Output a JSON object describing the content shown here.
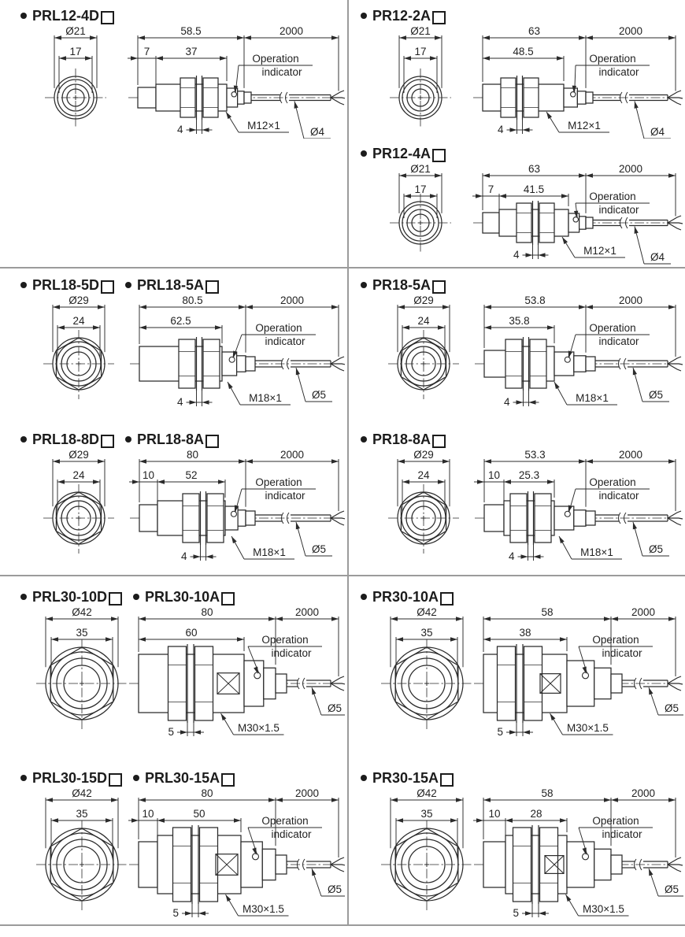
{
  "page": {
    "background": "#ffffff",
    "line_color": "#2b2b2b",
    "divider_color": "#9b9b9b"
  },
  "common": {
    "operation_indicator": [
      "Operation",
      "indicator"
    ]
  },
  "panels": [
    {
      "id": "prl12-4d",
      "models": [
        "PRL12-4D"
      ],
      "front": {
        "outer": "Ø21",
        "inner": "17"
      },
      "side": {
        "total": "58.5",
        "cable": "2000",
        "nose": "7",
        "body": "37",
        "clamp": "4",
        "thread": "M12×1",
        "cable_dia": "Ø4"
      }
    },
    {
      "id": "pr12-2a",
      "models": [
        "PR12-2A"
      ],
      "front": {
        "outer": "Ø21",
        "inner": "17"
      },
      "side": {
        "total": "63",
        "cable": "2000",
        "body": "48.5",
        "clamp": "4",
        "thread": "M12×1",
        "cable_dia": "Ø4"
      }
    },
    {
      "id": "pr12-4a",
      "models": [
        "PR12-4A"
      ],
      "front": {
        "outer": "Ø21",
        "inner": "17"
      },
      "side": {
        "total": "63",
        "cable": "2000",
        "nose": "7",
        "body": "41.5",
        "clamp": "4",
        "thread": "M12×1",
        "cable_dia": "Ø4"
      }
    },
    {
      "id": "prl18-5",
      "models": [
        "PRL18-5D",
        "PRL18-5A"
      ],
      "front": {
        "outer": "Ø29",
        "inner": "24"
      },
      "side": {
        "total": "80.5",
        "cable": "2000",
        "body": "62.5",
        "clamp": "4",
        "thread": "M18×1",
        "cable_dia": "Ø5"
      }
    },
    {
      "id": "pr18-5a",
      "models": [
        "PR18-5A"
      ],
      "front": {
        "outer": "Ø29",
        "inner": "24"
      },
      "side": {
        "total": "53.8",
        "cable": "2000",
        "body": "35.8",
        "clamp": "4",
        "thread": "M18×1",
        "cable_dia": "Ø5"
      }
    },
    {
      "id": "prl18-8",
      "models": [
        "PRL18-8D",
        "PRL18-8A"
      ],
      "front": {
        "outer": "Ø29",
        "inner": "24"
      },
      "side": {
        "total": "80",
        "cable": "2000",
        "nose": "10",
        "body": "52",
        "clamp": "4",
        "thread": "M18×1",
        "cable_dia": "Ø5"
      }
    },
    {
      "id": "pr18-8a",
      "models": [
        "PR18-8A"
      ],
      "front": {
        "outer": "Ø29",
        "inner": "24"
      },
      "side": {
        "total": "53.3",
        "cable": "2000",
        "nose": "10",
        "body": "25.3",
        "clamp": "4",
        "thread": "M18×1",
        "cable_dia": "Ø5"
      }
    },
    {
      "id": "prl30-10",
      "models": [
        "PRL30-10D",
        "PRL30-10A"
      ],
      "front": {
        "outer": "Ø42",
        "inner": "35"
      },
      "side": {
        "total": "80",
        "cable": "2000",
        "body": "60",
        "clamp": "5",
        "thread": "M30×1.5",
        "cable_dia": "Ø5"
      }
    },
    {
      "id": "pr30-10a",
      "models": [
        "PR30-10A"
      ],
      "front": {
        "outer": "Ø42",
        "inner": "35"
      },
      "side": {
        "total": "58",
        "cable": "2000",
        "body": "38",
        "clamp": "5",
        "thread": "M30×1.5",
        "cable_dia": "Ø5"
      }
    },
    {
      "id": "prl30-15",
      "models": [
        "PRL30-15D",
        "PRL30-15A"
      ],
      "front": {
        "outer": "Ø42",
        "inner": "35"
      },
      "side": {
        "total": "80",
        "cable": "2000",
        "nose": "10",
        "body": "50",
        "clamp": "5",
        "thread": "M30×1.5",
        "cable_dia": "Ø5"
      }
    },
    {
      "id": "pr30-15a",
      "models": [
        "PR30-15A"
      ],
      "front": {
        "outer": "Ø42",
        "inner": "35"
      },
      "side": {
        "total": "58",
        "cable": "2000",
        "nose": "10",
        "body": "28",
        "clamp": "5",
        "thread": "M30×1.5",
        "cable_dia": "Ø5"
      }
    }
  ]
}
